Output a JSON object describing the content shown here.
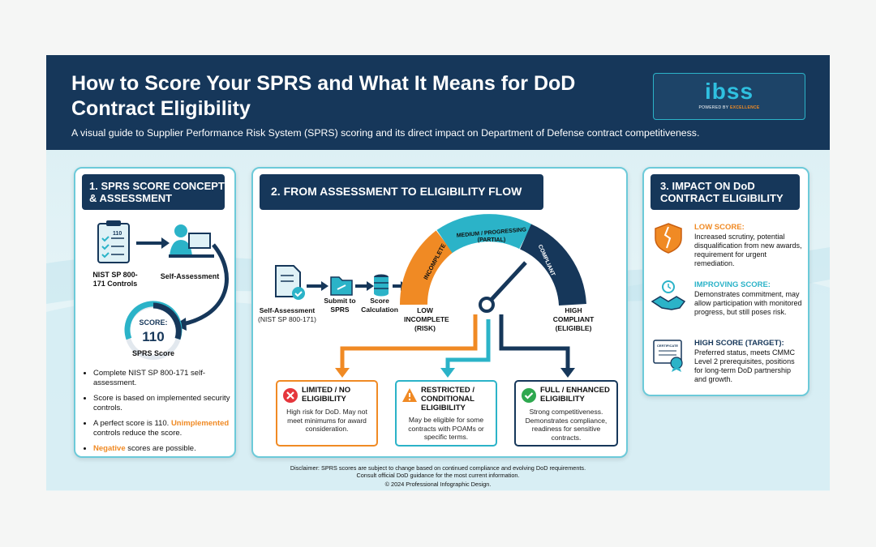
{
  "header": {
    "title": "How to Score Your SPRS and What It Means for DoD Contract Eligibility",
    "subtitle": "A visual guide to Supplier Performance Risk System (SPRS) scoring and its direct impact on Department of Defense contract competitiveness.",
    "logo_word": "ibss",
    "logo_tag_prefix": "POWERED BY ",
    "logo_tag_accent": "EXCELLENCE"
  },
  "section1": {
    "title": "1. SPRS SCORE CONCEPT & ASSESSMENT",
    "clipboard_number": "110",
    "nist_label": "NIST SP 800-171 Controls",
    "self_assessment_label": "Self-Assessment",
    "score_label": "SCORE:",
    "score_value": "110",
    "sprs_score_label": "SPRS Score",
    "bullets": [
      "Complete NIST SP 800-171 self-assessment.",
      "Score is based on implemented security controls.",
      "A perfect score is 110.",
      "Unimplemented",
      "controls reduce the score.",
      "Negative",
      "scores are possible."
    ]
  },
  "section2": {
    "title": "2. FROM ASSESSMENT TO ELIGIBILITY FLOW",
    "steps": [
      "Self-Assessment",
      "(NIST SP 800-171)",
      "Submit to SPRS",
      "Score Calculation"
    ],
    "gauge": {
      "low": "LOW INCOMPLETE (RISK)",
      "high": "HIGH COMPLIANT (ELIGIBLE)",
      "seg_incomplete": "INCOMPLETE",
      "seg_medium": "MEDIUM / PROGRESSING",
      "seg_partial": "(PARTIAL)",
      "seg_compliant": "COMPLIANT",
      "colors": {
        "low": "#f08a24",
        "medium": "#2bb3c8",
        "high": "#16375a"
      }
    },
    "cards": [
      {
        "title": "LIMITED / NO ELIGIBILITY",
        "body": "High risk for DoD. May not meet minimums for award consideration.",
        "color": "#f08a24"
      },
      {
        "title": "RESTRICTED / CONDITIONAL ELIGIBILITY",
        "body": "May be eligible for some contracts with POAMs or specific terms.",
        "color": "#2bb3c8"
      },
      {
        "title": "FULL / ENHANCED ELIGIBILITY",
        "body": "Strong competitiveness. Demonstrates compliance, readiness for sensitive contracts.",
        "color": "#16375a"
      }
    ]
  },
  "section3": {
    "title": "3. IMPACT ON DoD CONTRACT ELIGIBILITY",
    "items": [
      {
        "head": "LOW SCORE:",
        "body": "Increased scrutiny, potential disqualification from new awards, requirement for urgent remediation.",
        "color": "#f08a24"
      },
      {
        "head": "IMPROVING SCORE:",
        "body": "Demonstrates commitment, may allow participation with monitored progress, but still poses risk.",
        "color": "#2bb3c8"
      },
      {
        "head": "HIGH SCORE (TARGET):",
        "body": "Preferred status, meets CMMC Level 2 prerequisites, positions for long-term DoD partnership and growth.",
        "color": "#16375a"
      }
    ],
    "certificate_label": "CERTIFICATE"
  },
  "footer": {
    "disclaimer_1": "Disclaimer: SPRS scores are subject to change based on continued compliance and evolving DoD requirements.",
    "disclaimer_2": "Consult official DoD guidance for the most current information.",
    "copyright": "© 2024 Professional Infographic Design."
  }
}
